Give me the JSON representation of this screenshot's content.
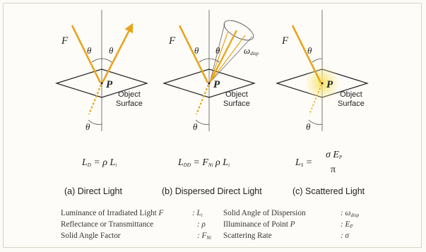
{
  "diagrams": [
    {
      "letter_F": "F",
      "theta_left": "θ",
      "theta_right": "θ",
      "point": "P",
      "theta_bottom": "θ",
      "object_surface": [
        "Object",
        "Surface"
      ]
    },
    {
      "letter_F": "F",
      "theta_left": "θ",
      "theta_right": "θ",
      "point": "P",
      "theta_bottom": "θ",
      "omega_main": "ω",
      "omega_sub": "disp",
      "object_surface": [
        "Object",
        "Surface"
      ]
    },
    {
      "letter_F": "F",
      "theta_left": "θ",
      "point": "P",
      "theta_bottom": "θ",
      "object_surface": [
        "Object",
        "Surface"
      ]
    }
  ],
  "formulas": {
    "a": {
      "lhs": "L",
      "lhs_sub": "D",
      "rhs": "= ρ L",
      "rhs_sub": "i"
    },
    "b": {
      "lhs": "L",
      "lhs_sub": "DD",
      "eq": "= F",
      "eq_sub": "Ni",
      "rhs": "ρ L",
      "rhs_sub": "i"
    },
    "c": {
      "lhs": "L",
      "lhs_sub": "S",
      "eq": "=",
      "num": "σ E",
      "num_sub": "P",
      "den": "π"
    }
  },
  "captions": {
    "a": "(a) Direct Light",
    "b": "(b) Dispersed Direct Light",
    "c": "(c) Scattered Light"
  },
  "legend": [
    {
      "label": "Luminance of Irradiated Light",
      "label_italic": "F",
      "symbol": ": L",
      "symbol_sub": "i"
    },
    {
      "label": "Reflectance or Transmittance",
      "label_italic": "",
      "symbol": ": ρ",
      "symbol_sub": ""
    },
    {
      "label": "Solid Angle Factor",
      "label_italic": "",
      "symbol": ": F",
      "symbol_sub": "Ni"
    },
    {
      "label": "Solid Angle of Dispersion",
      "label_italic": "",
      "symbol": ": ω",
      "symbol_sub": "disp"
    },
    {
      "label": "Illuminance of Point",
      "label_italic": "P",
      "symbol": ": E",
      "symbol_sub": "P"
    },
    {
      "label": "Scattering Rate",
      "label_italic": "",
      "symbol": ": σ",
      "symbol_sub": ""
    }
  ],
  "colors": {
    "ray": "#e8a51c",
    "ray_dark": "#d08a0c",
    "glow": "#f6e06a",
    "line": "#333333"
  }
}
